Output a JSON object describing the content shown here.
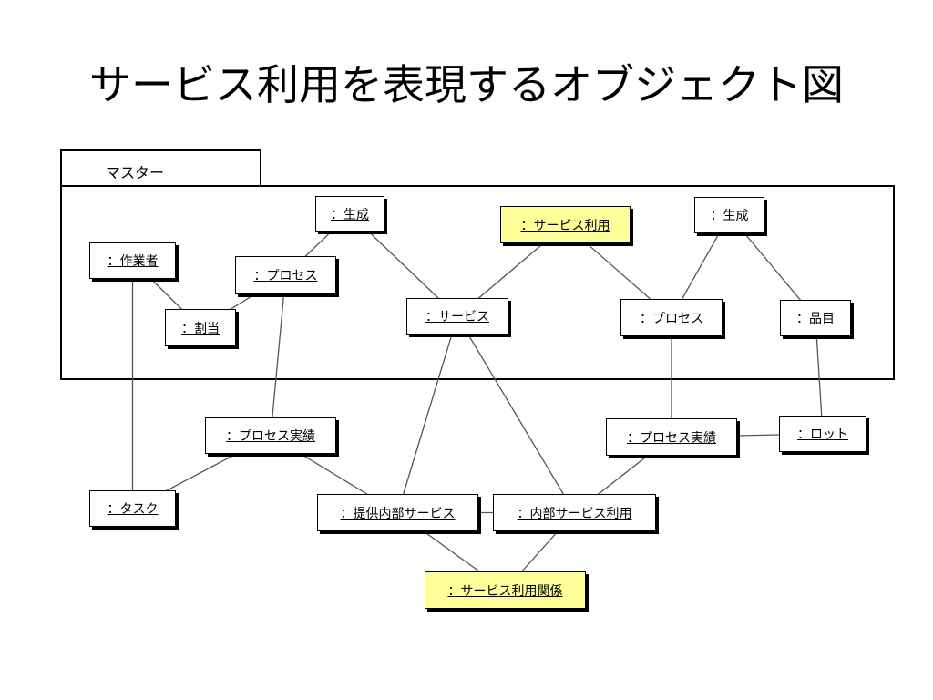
{
  "title": "サービス利用を表現するオブジェクト図",
  "package": {
    "name": "マスター"
  },
  "colors": {
    "highlight": "#ffff99",
    "line": "#555555",
    "border": "#000000"
  },
  "objects": [
    {
      "id": "sagyousha",
      "label": "：作業者"
    },
    {
      "id": "kakutou",
      "label": "：割当"
    },
    {
      "id": "seisei1",
      "label": "：生成"
    },
    {
      "id": "process1",
      "label": "：プロセス"
    },
    {
      "id": "service",
      "label": "：サービス"
    },
    {
      "id": "service_riyou",
      "label": "：サービス利用",
      "highlight": true
    },
    {
      "id": "seisei2",
      "label": "：生成"
    },
    {
      "id": "process2",
      "label": "：プロセス"
    },
    {
      "id": "hinmoku",
      "label": "：品目"
    },
    {
      "id": "process_jisseki1",
      "label": "：プロセス実績"
    },
    {
      "id": "task",
      "label": "：タスク"
    },
    {
      "id": "teikyou_naibu",
      "label": "：提供内部サービス"
    },
    {
      "id": "naibu_riyou",
      "label": "：内部サービス利用"
    },
    {
      "id": "process_jisseki2",
      "label": "：プロセス実績"
    },
    {
      "id": "lot",
      "label": "：ロット"
    },
    {
      "id": "riyou_kankei",
      "label": "：サービス利用関係",
      "highlight": true
    }
  ],
  "links": [
    [
      "sagyousha",
      "kakutou"
    ],
    [
      "sagyousha",
      "task"
    ],
    [
      "kakutou",
      "process1"
    ],
    [
      "process1",
      "seisei1"
    ],
    [
      "seisei1",
      "service"
    ],
    [
      "process1",
      "process_jisseki1"
    ],
    [
      "service_riyou",
      "service"
    ],
    [
      "service_riyou",
      "process2"
    ],
    [
      "seisei2",
      "process2"
    ],
    [
      "seisei2",
      "hinmoku"
    ],
    [
      "process2",
      "process_jisseki2"
    ],
    [
      "hinmoku",
      "lot"
    ],
    [
      "process_jisseki1",
      "task"
    ],
    [
      "process_jisseki1",
      "teikyou_naibu"
    ],
    [
      "service",
      "teikyou_naibu"
    ],
    [
      "service",
      "naibu_riyou"
    ],
    [
      "process_jisseki2",
      "lot"
    ],
    [
      "process_jisseki2",
      "naibu_riyou"
    ],
    [
      "teikyou_naibu",
      "naibu_riyou"
    ],
    [
      "teikyou_naibu",
      "riyou_kankei"
    ],
    [
      "naibu_riyou",
      "riyou_kankei"
    ]
  ]
}
